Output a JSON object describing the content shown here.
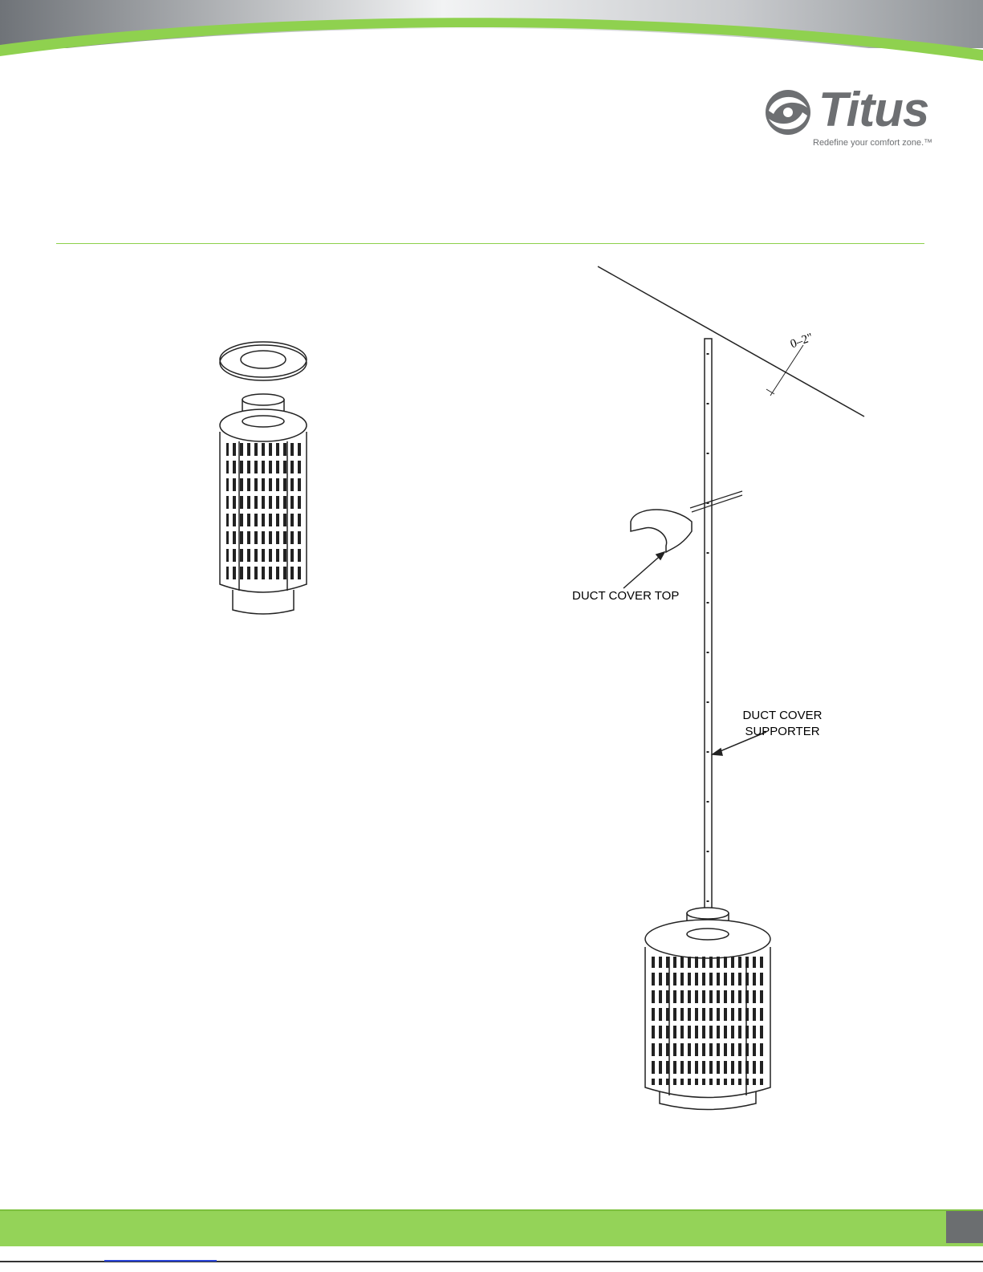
{
  "brand": {
    "name": "Titus",
    "tagline": "Redefine your comfort zone.™",
    "colors": {
      "accent_green": "#94d358",
      "logo_gray": "#6d6f72"
    }
  },
  "figure_left": {
    "items": [
      "flange-ring",
      "duct-diffuser"
    ]
  },
  "figure_right": {
    "dimension_label": "0–2\"",
    "label_duct_cover_top": "DUCT COVER TOP",
    "label_supporter_line1": "DUCT COVER",
    "label_supporter_line2": "SUPPORTER"
  },
  "icons": [
    "titus-swirl-icon"
  ]
}
